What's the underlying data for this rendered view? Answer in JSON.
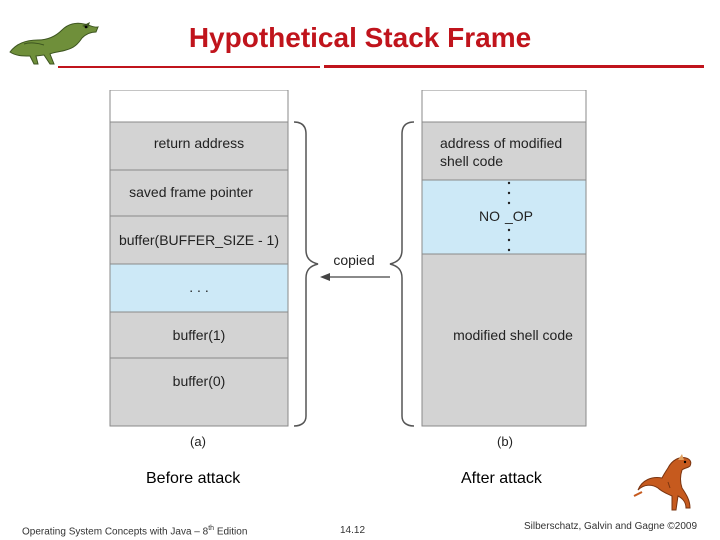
{
  "title": "Hypothetical Stack Frame",
  "diagram": {
    "stack_a": {
      "cells": [
        "",
        "return address",
        "saved frame pointer",
        "buffer(BUFFER_SIZE - 1)",
        ". . .",
        "buffer(1)",
        "buffer(0)"
      ],
      "label": "(a)"
    },
    "stack_b": {
      "cells": [
        "",
        "address of modified",
        "shell code",
        "NO",
        "_OP",
        "modified shell code"
      ],
      "label": "(b)"
    },
    "copied_label": "copied"
  },
  "captions": {
    "before": "Before attack",
    "after": "After attack"
  },
  "footer": {
    "book_prefix": "Operating System Concepts  with Java – 8",
    "book_sup": "th",
    "book_suffix": " Edition",
    "page": "14.12",
    "copyright": "Silberschatz, Galvin and Gagne ©2009"
  },
  "colors": {
    "title": "#c0141c",
    "cell_gray": "#d3d3d3",
    "cell_blue": "#cde9f7",
    "border": "#8a8a8a"
  },
  "icons": [
    "dinosaur-logo-top",
    "dinosaur-logo-bottom"
  ]
}
